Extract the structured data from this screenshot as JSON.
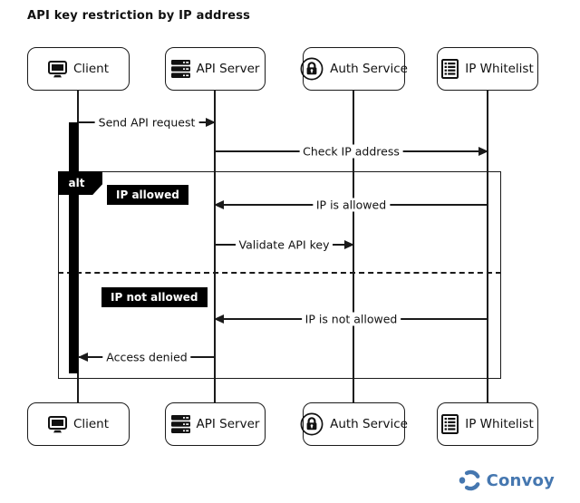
{
  "title": "API key restriction by IP address",
  "participants": [
    {
      "id": "client",
      "label": "Client",
      "icon": "monitor-icon"
    },
    {
      "id": "api-server",
      "label": "API Server",
      "icon": "server-icon"
    },
    {
      "id": "auth-service",
      "label": "Auth Service",
      "icon": "lock-icon"
    },
    {
      "id": "ip-whitelist",
      "label": "IP Whitelist",
      "icon": "list-icon"
    }
  ],
  "messages": [
    {
      "from": "Client",
      "to": "API Server",
      "label": "Send API request",
      "direction": "right"
    },
    {
      "from": "API Server",
      "to": "IP Whitelist",
      "label": "Check IP address",
      "direction": "right"
    },
    {
      "from": "IP Whitelist",
      "to": "API Server",
      "label": "IP is allowed",
      "direction": "left"
    },
    {
      "from": "API Server",
      "to": "Auth Service",
      "label": "Validate API key",
      "direction": "right"
    },
    {
      "from": "IP Whitelist",
      "to": "API Server",
      "label": "IP is not allowed",
      "direction": "left"
    },
    {
      "from": "API Server",
      "to": "Client",
      "label": "Access denied",
      "direction": "left"
    }
  ],
  "alt_frame": {
    "label": "alt",
    "branches": [
      {
        "label": "IP allowed"
      },
      {
        "label": "IP not allowed"
      }
    ]
  },
  "footer": {
    "brand": "Convoy",
    "brand_color": "#4577b0"
  },
  "colors": {
    "diagram_ink": "#1a1a1a",
    "fragment_label_bg": "#000000",
    "fragment_label_text": "#ffffff",
    "background": "#ffffff"
  }
}
